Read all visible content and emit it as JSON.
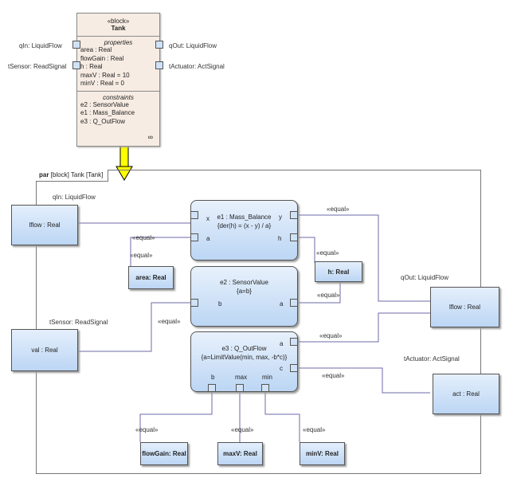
{
  "block": {
    "stereotype": "«block»",
    "name": "Tank",
    "properties_header": "properties",
    "properties": [
      "area : Real",
      "flowGain : Real",
      "h : Real",
      "maxV : Real = 10",
      "minV : Real = 0"
    ],
    "constraints_header": "constraints",
    "constraints": [
      "e2 : SensorValue",
      "e1 : Mass_Balance",
      "e3 : Q_OutFlow"
    ],
    "ports": {
      "qIn": "qIn: LiquidFlow",
      "tSensor": "tSensor: ReadSignal",
      "qOut": "qOut: LiquidFlow",
      "tActuator": "tActuator: ActSignal"
    }
  },
  "frame": {
    "kind": "par",
    "title": "[block] Tank [Tank]"
  },
  "parts": {
    "qIn_label": "qIn: LiquidFlow",
    "qIn_lflow": "lflow : Real",
    "tSensor_label": "tSensor: ReadSignal",
    "tSensor_val": "val : Real",
    "qOut_label": "qOut: LiquidFlow",
    "qOut_lflow": "lflow : Real",
    "tActuator_label": "tActuator: ActSignal",
    "tActuator_act": "act : Real",
    "area": "area: Real",
    "h": "h: Real",
    "flowGain": "flowGain: Real",
    "maxV": "maxV: Real",
    "minV": "minV: Real"
  },
  "constraints": {
    "e1": {
      "name": "e1 : Mass_Balance",
      "expr": "{der(h) = (x - y) / a}",
      "ports": [
        "x",
        "a",
        "y",
        "h"
      ]
    },
    "e2": {
      "name": "e2 : SensorValue",
      "expr": "{a=b}",
      "ports": [
        "b",
        "a"
      ]
    },
    "e3": {
      "name": "e3 : Q_OutFlow",
      "expr": "{a=LimitValue(min, max, -b*c)}",
      "ports": [
        "a",
        "c",
        "b",
        "max",
        "min"
      ]
    }
  },
  "connector_label": "«equal»",
  "colors": {
    "block_fill": "#f7ece3",
    "part_fill": "#bcd6f4",
    "arrow": "#ffff00"
  }
}
